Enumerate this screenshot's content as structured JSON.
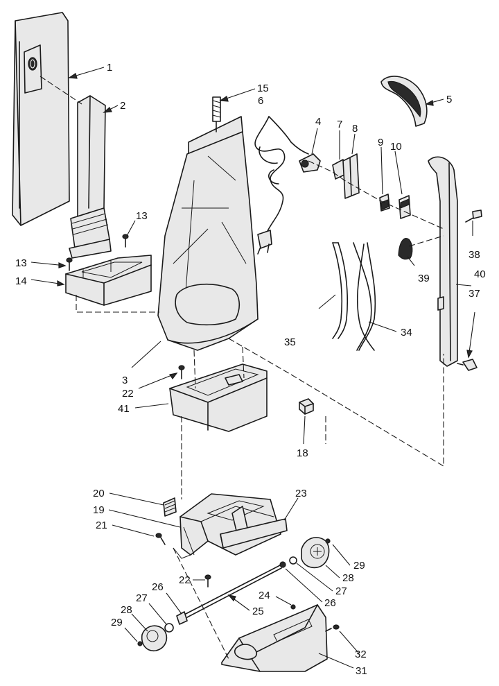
{
  "callouts": [
    {
      "id": "c1",
      "text": "1"
    },
    {
      "id": "c2",
      "text": "2"
    },
    {
      "id": "c3",
      "text": "3"
    },
    {
      "id": "c4",
      "text": "4"
    },
    {
      "id": "c5",
      "text": "5"
    },
    {
      "id": "c6",
      "text": "6"
    },
    {
      "id": "c7",
      "text": "7"
    },
    {
      "id": "c8",
      "text": "8"
    },
    {
      "id": "c9",
      "text": "9"
    },
    {
      "id": "c10",
      "text": "10"
    },
    {
      "id": "c13a",
      "text": "13"
    },
    {
      "id": "c13b",
      "text": "13"
    },
    {
      "id": "c14",
      "text": "14"
    },
    {
      "id": "c15",
      "text": "15"
    },
    {
      "id": "c18",
      "text": "18"
    },
    {
      "id": "c19",
      "text": "19"
    },
    {
      "id": "c20",
      "text": "20"
    },
    {
      "id": "c21",
      "text": "21"
    },
    {
      "id": "c22a",
      "text": "22"
    },
    {
      "id": "c22b",
      "text": "22"
    },
    {
      "id": "c23",
      "text": "23"
    },
    {
      "id": "c24",
      "text": "24"
    },
    {
      "id": "c25",
      "text": "25"
    },
    {
      "id": "c26a",
      "text": "26"
    },
    {
      "id": "c26b",
      "text": "26"
    },
    {
      "id": "c27a",
      "text": "27"
    },
    {
      "id": "c27b",
      "text": "27"
    },
    {
      "id": "c28a",
      "text": "28"
    },
    {
      "id": "c28b",
      "text": "28"
    },
    {
      "id": "c29a",
      "text": "29"
    },
    {
      "id": "c29b",
      "text": "29"
    },
    {
      "id": "c31",
      "text": "31"
    },
    {
      "id": "c32",
      "text": "32"
    },
    {
      "id": "c34",
      "text": "34"
    },
    {
      "id": "c35",
      "text": "35"
    },
    {
      "id": "c37",
      "text": "37"
    },
    {
      "id": "c38",
      "text": "38"
    },
    {
      "id": "c39",
      "text": "39"
    },
    {
      "id": "c40",
      "text": "40"
    },
    {
      "id": "c41",
      "text": "41"
    }
  ]
}
